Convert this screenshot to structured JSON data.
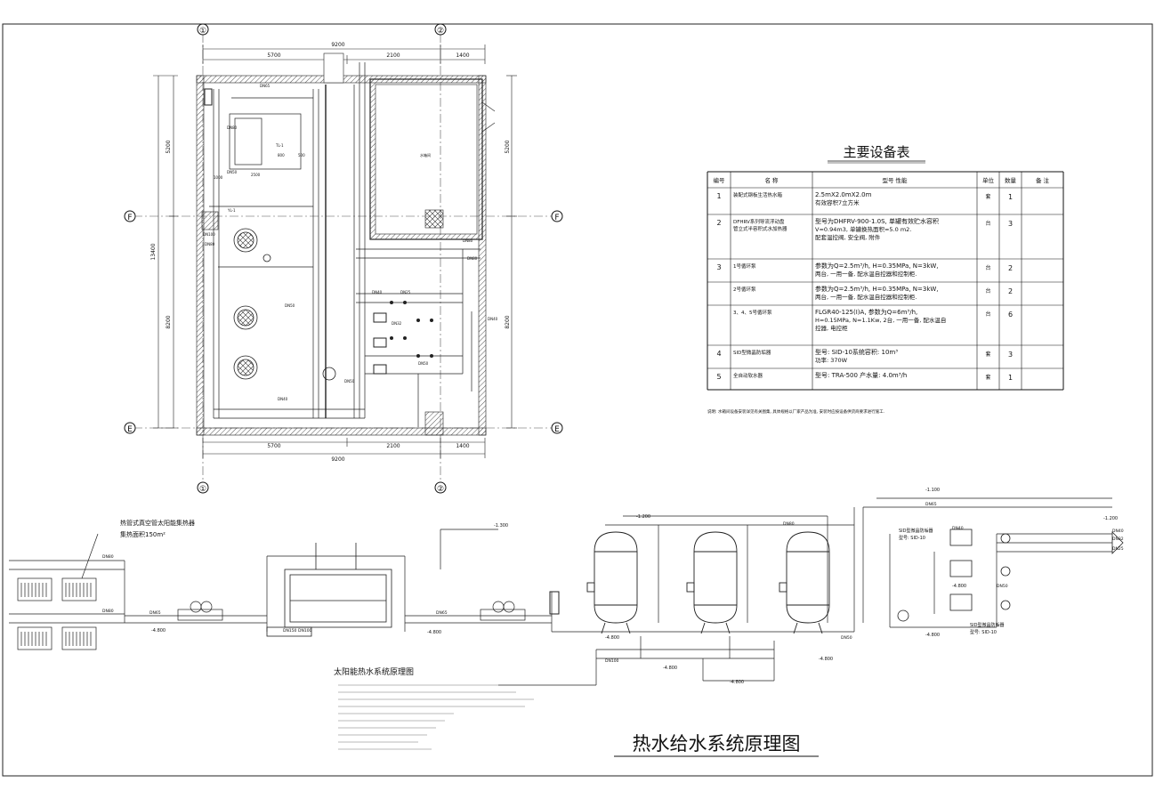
{
  "plan": {
    "axes": {
      "a1": "①",
      "a2": "②",
      "f_left": "F",
      "f_right": "F",
      "e_left": "E",
      "e_right": "E"
    },
    "dims_top": [
      "5700",
      "2100",
      "1400"
    ],
    "dim_total": "9200",
    "dims_left": [
      "5200",
      "8200",
      "13400"
    ],
    "dims_right": [
      "5200",
      "8200"
    ],
    "room_label": "水箱间",
    "equipment_labels": [
      "DN65",
      "DN80",
      "DN50",
      "DN40",
      "DN32",
      "DN25",
      "DN100",
      "TL-1",
      "YL-1",
      "800",
      "500",
      "2500",
      "1000"
    ]
  },
  "equipment_table": {
    "title": "主要设备表",
    "headers": [
      "编号",
      "名 称",
      "型号 性能",
      "单位",
      "数量",
      "备 注"
    ],
    "rows": [
      {
        "no": "1",
        "name": "装配式钢板生活热水箱",
        "spec": "2.5mX2.0mX2.0m\n有效容积7立方米",
        "unit": "套",
        "qty": "1",
        "note": ""
      },
      {
        "no": "2",
        "name": "DFHRV系列导流浮动盘管立式半容积式水加热器",
        "spec": "型号为DHFRV-900-1.0S, 单罐有效贮水容积\nV=0.94m3, 单罐换热面积=5.0 m2.\n配套温控阀, 安全阀, 附件",
        "unit": "台",
        "qty": "3",
        "note": ""
      },
      {
        "no": "3",
        "name": "1号循环泵",
        "spec": "参数为Q=2.5m³/h, H=0.35MPa, N=3kW,\n两台, 一用一备, 配水温自控器和控制柜.",
        "unit": "台",
        "qty": "2",
        "note": ""
      },
      {
        "no": "",
        "name": "2号循环泵",
        "spec": "参数为Q=2.5m³/h, H=0.35MPa, N=3kW,\n两台, 一用一备, 配水温自控器和控制柜.",
        "unit": "台",
        "qty": "2",
        "note": ""
      },
      {
        "no": "",
        "name": "3、4、5号循环泵",
        "spec": "FLGR40-125(I)A, 参数为Q=6m³/h,\nH=0.15MPa, N=1.1Kw, 2台, 一用一备, 配水温自\n控器, 电控柜",
        "unit": "台",
        "qty": "6",
        "note": ""
      },
      {
        "no": "4",
        "name": "SID型微晶防垢器",
        "spec": "型号: SID-10系统容积: 10m³\n功率: 370W",
        "unit": "套",
        "qty": "3",
        "note": ""
      },
      {
        "no": "5",
        "name": "全自动软水器",
        "spec": "型号: TRA-500 产水量: 4.0m³/h",
        "unit": "套",
        "qty": "1",
        "note": ""
      }
    ],
    "footnote": "说明: 水箱间设备安装详见有关图集, 具体规格以厂家产品为准, 安装时应按设备供货商要求进行施工."
  },
  "schematic": {
    "collector_label": "热管式真空管太阳能集热器",
    "collector_area": "集热面积150m²",
    "solar_title": "太阳能热水系统原理图",
    "elevations": [
      "-4.800",
      "-4.800",
      "-4.800",
      "-4.800",
      "-4.800",
      "-4.800",
      "-4.800",
      "-1.200",
      "-1.300",
      "-1.200",
      "-1.100",
      "-4.800"
    ],
    "pipe_labels": [
      "DN80",
      "DN80",
      "DN65",
      "DN65",
      "DN50",
      "DN50",
      "DN40",
      "DN40",
      "DN32",
      "DN25",
      "DN100",
      "DN150",
      "DN100",
      "DN80",
      "DN65"
    ],
    "sid_labels": [
      "SID型微晶防垢器",
      "型号: SID-10",
      "SID型微晶防垢器",
      "型号: SID-10"
    ],
    "main_title": "热水给水系统原理图"
  }
}
